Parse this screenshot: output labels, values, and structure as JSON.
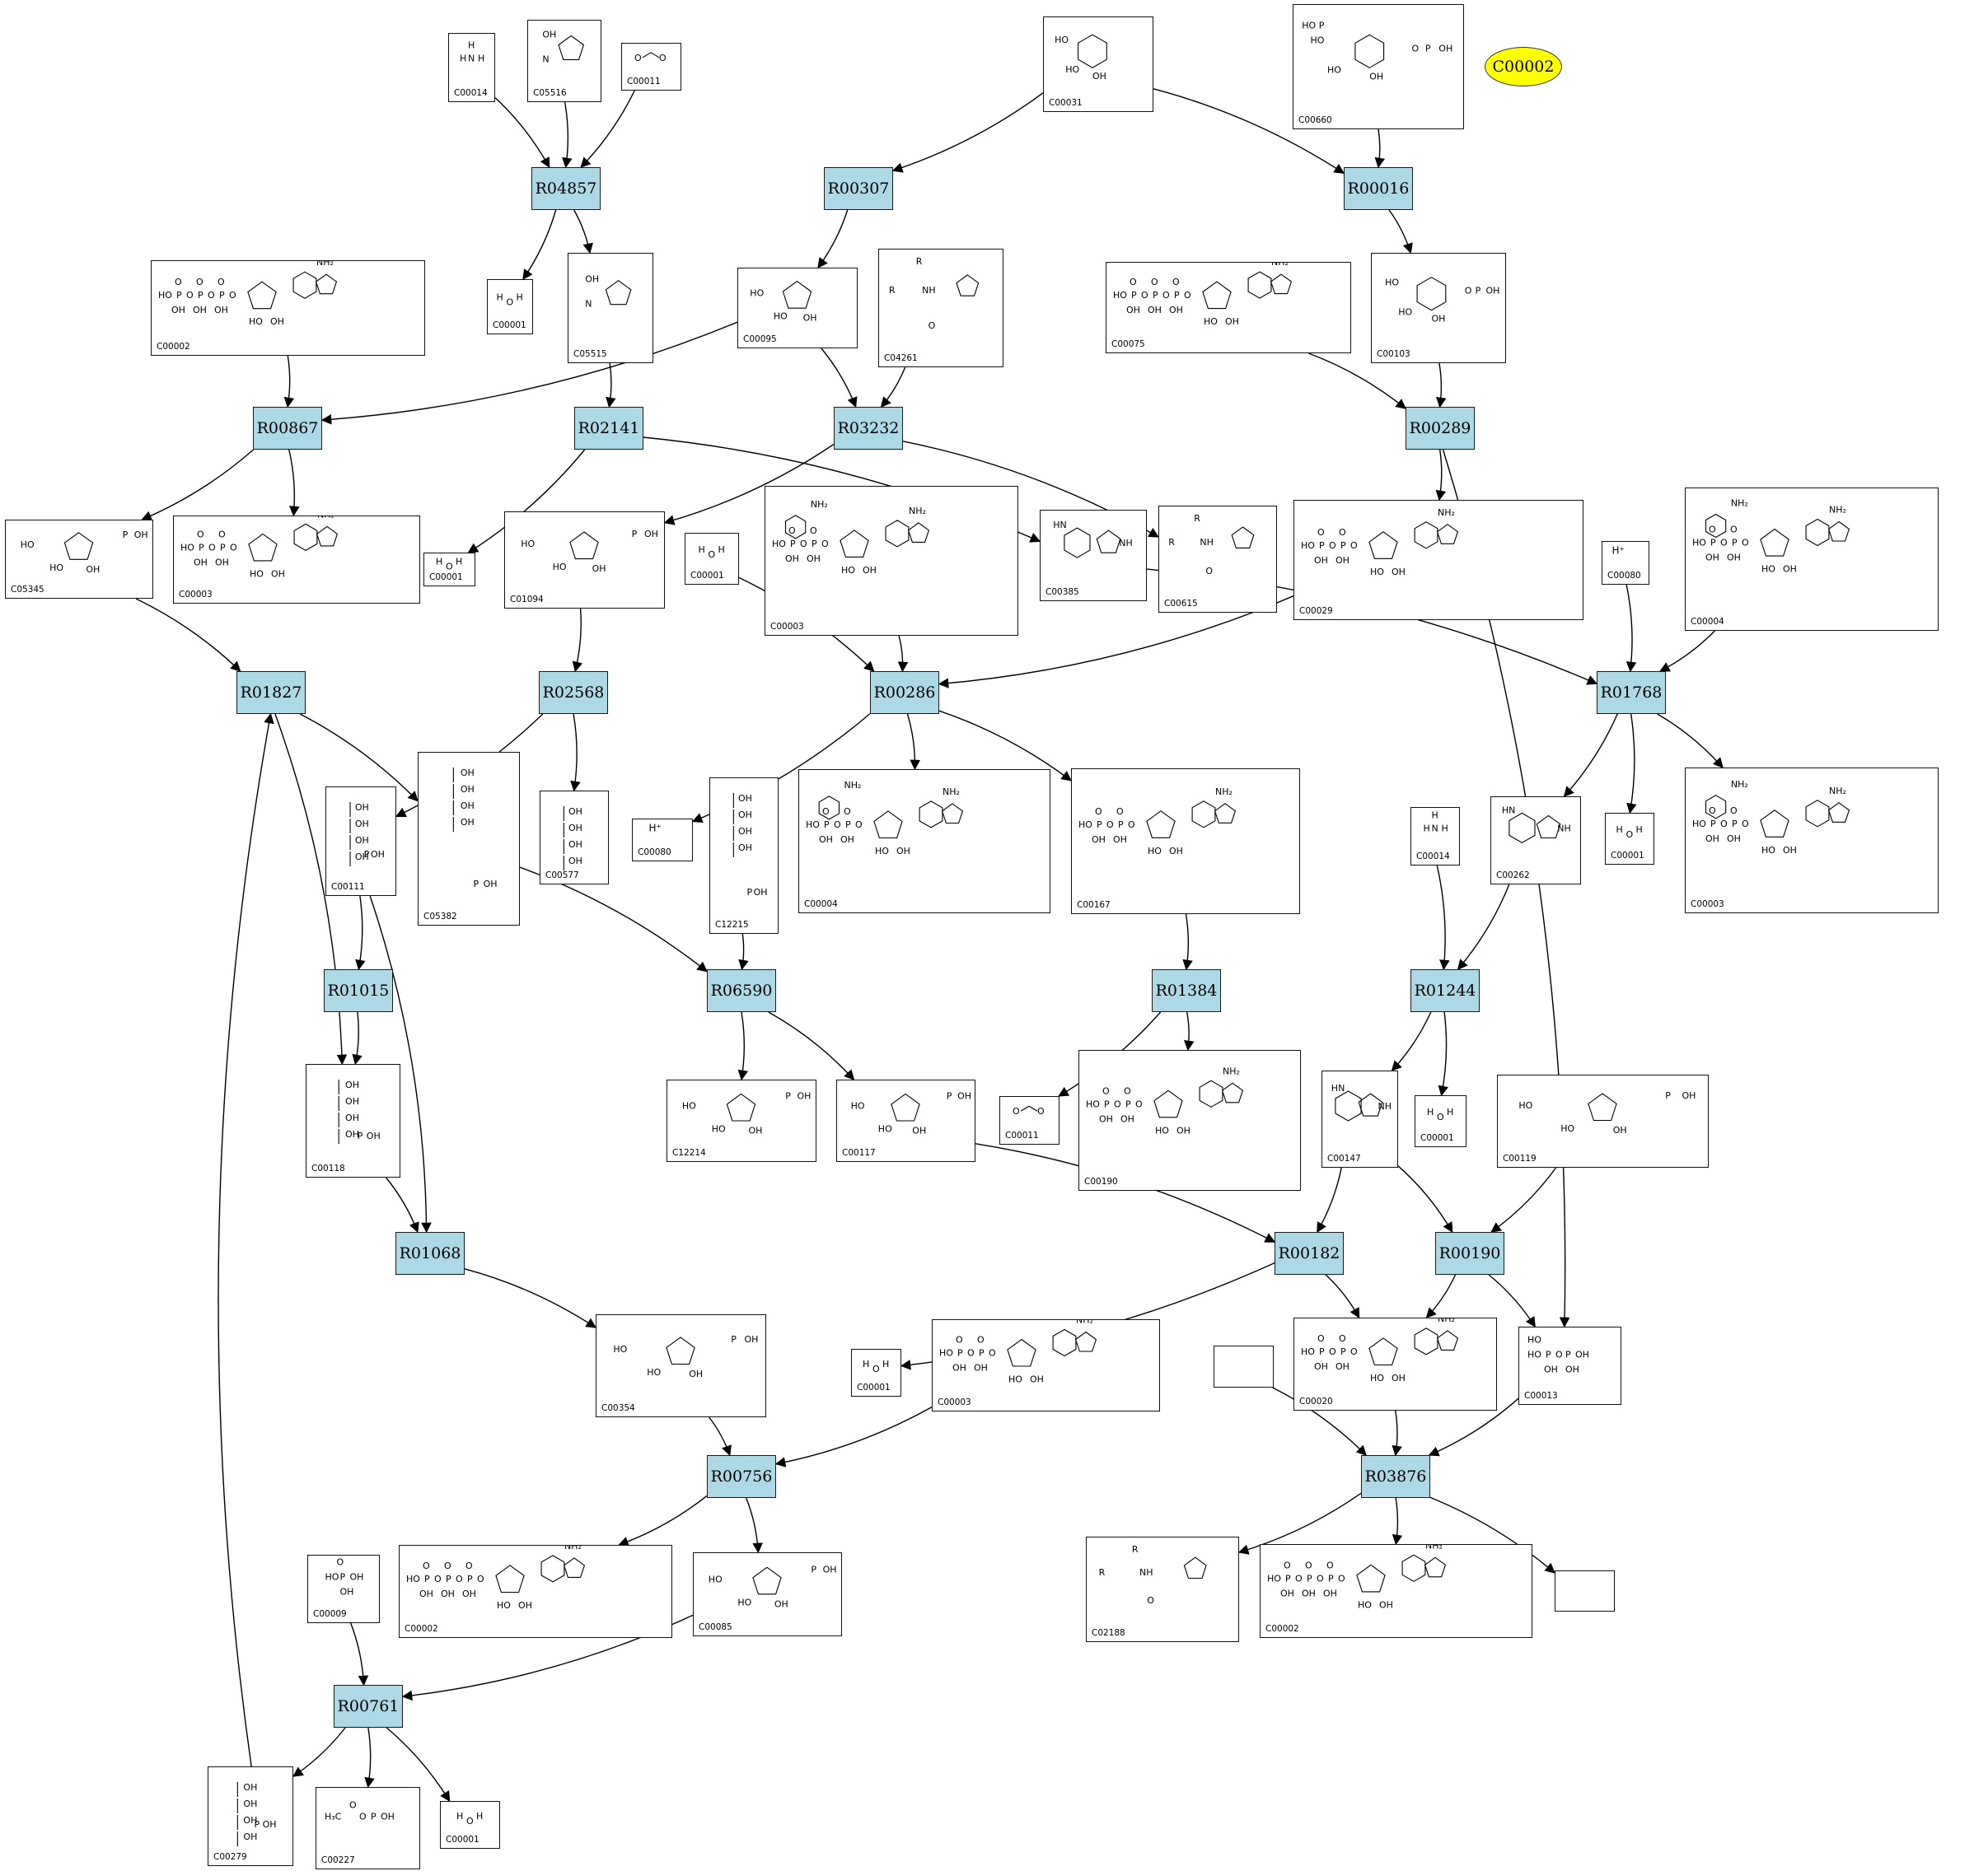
{
  "highlight": {
    "label": "C00002",
    "fill": "#ffff00"
  },
  "reaction_fill": "#add8e6",
  "reactions": [
    {
      "label": "R04857"
    },
    {
      "label": "R00307"
    },
    {
      "label": "R00016"
    },
    {
      "label": "R00867"
    },
    {
      "label": "R02141"
    },
    {
      "label": "R03232"
    },
    {
      "label": "R00289"
    },
    {
      "label": "R01827"
    },
    {
      "label": "R02568"
    },
    {
      "label": "R00286"
    },
    {
      "label": "R01768"
    },
    {
      "label": "R01015"
    },
    {
      "label": "R06590"
    },
    {
      "label": "R01384"
    },
    {
      "label": "R01244"
    },
    {
      "label": "R01068"
    },
    {
      "label": "R00182"
    },
    {
      "label": "R00190"
    },
    {
      "label": "R00756"
    },
    {
      "label": "R03876"
    },
    {
      "label": "R00761"
    }
  ],
  "compounds": [
    {
      "label": "C00014",
      "mol": "nh3"
    },
    {
      "label": "C05516",
      "mol": "imid"
    },
    {
      "label": "C00011",
      "mol": "co2"
    },
    {
      "label": "C00031",
      "mol": "sugar"
    },
    {
      "label": "C00660",
      "mol": "sugarpp"
    },
    {
      "label": "C00001",
      "mol": "water"
    },
    {
      "label": "C05515",
      "mol": "imid"
    },
    {
      "label": "C00095",
      "mol": "furan"
    },
    {
      "label": "C04261",
      "mol": "peptide"
    },
    {
      "label": "C00002",
      "mol": "atp"
    },
    {
      "label": "C00075",
      "mol": "utp"
    },
    {
      "label": "C00103",
      "mol": "sugarp"
    },
    {
      "label": "C05345",
      "mol": "furanp"
    },
    {
      "label": "C00003",
      "mol": "adp"
    },
    {
      "label": "C00001",
      "mol": "water"
    },
    {
      "label": "C01094",
      "mol": "furanp"
    },
    {
      "label": "C00001",
      "mol": "water"
    },
    {
      "label": "C00003",
      "mol": "nad"
    },
    {
      "label": "C00385",
      "mol": "purine"
    },
    {
      "label": "C00615",
      "mol": "peptide"
    },
    {
      "label": "C00029",
      "mol": "udpg"
    },
    {
      "label": "C00080",
      "mol": "h"
    },
    {
      "label": "C00004",
      "mol": "nad"
    },
    {
      "label": "C00111",
      "mol": "chainp"
    },
    {
      "label": "C05382",
      "mol": "chainp"
    },
    {
      "label": "C00577",
      "mol": "chain"
    },
    {
      "label": "C00080",
      "mol": "h"
    },
    {
      "label": "C12215",
      "mol": "chainp"
    },
    {
      "label": "C00004",
      "mol": "nad"
    },
    {
      "label": "C00167",
      "mol": "udpg"
    },
    {
      "label": "C00014",
      "mol": "nh3"
    },
    {
      "label": "C00262",
      "mol": "purine"
    },
    {
      "label": "C00001",
      "mol": "water"
    },
    {
      "label": "C00003",
      "mol": "nad"
    },
    {
      "label": "C00118",
      "mol": "chainp"
    },
    {
      "label": "C12214",
      "mol": "furanp"
    },
    {
      "label": "C00117",
      "mol": "furanp"
    },
    {
      "label": "C00011",
      "mol": "co2"
    },
    {
      "label": "C00190",
      "mol": "udpg"
    },
    {
      "label": "C00147",
      "mol": "purine"
    },
    {
      "label": "C00001",
      "mol": "water"
    },
    {
      "label": "C00119",
      "mol": "furanp"
    },
    {
      "label": "C00354",
      "mol": "furanp"
    },
    {
      "label": "C00001",
      "mol": "water"
    },
    {
      "label": "C00003",
      "mol": "adp"
    },
    {
      "label": "C00020",
      "mol": "adp"
    },
    {
      "label": "C00013",
      "mol": "ppi"
    },
    {
      "label": "",
      "mol": "empty"
    },
    {
      "label": "C00002",
      "mol": "atp"
    },
    {
      "label": "C00085",
      "mol": "furanp"
    },
    {
      "label": "C00009",
      "mol": "pi"
    },
    {
      "label": "C02188",
      "mol": "peptide"
    },
    {
      "label": "C00002",
      "mol": "atp"
    },
    {
      "label": "",
      "mol": "empty"
    },
    {
      "label": "C00279",
      "mol": "chainp"
    },
    {
      "label": "C00227",
      "mol": "acp"
    },
    {
      "label": "C00001",
      "mol": "water"
    }
  ]
}
